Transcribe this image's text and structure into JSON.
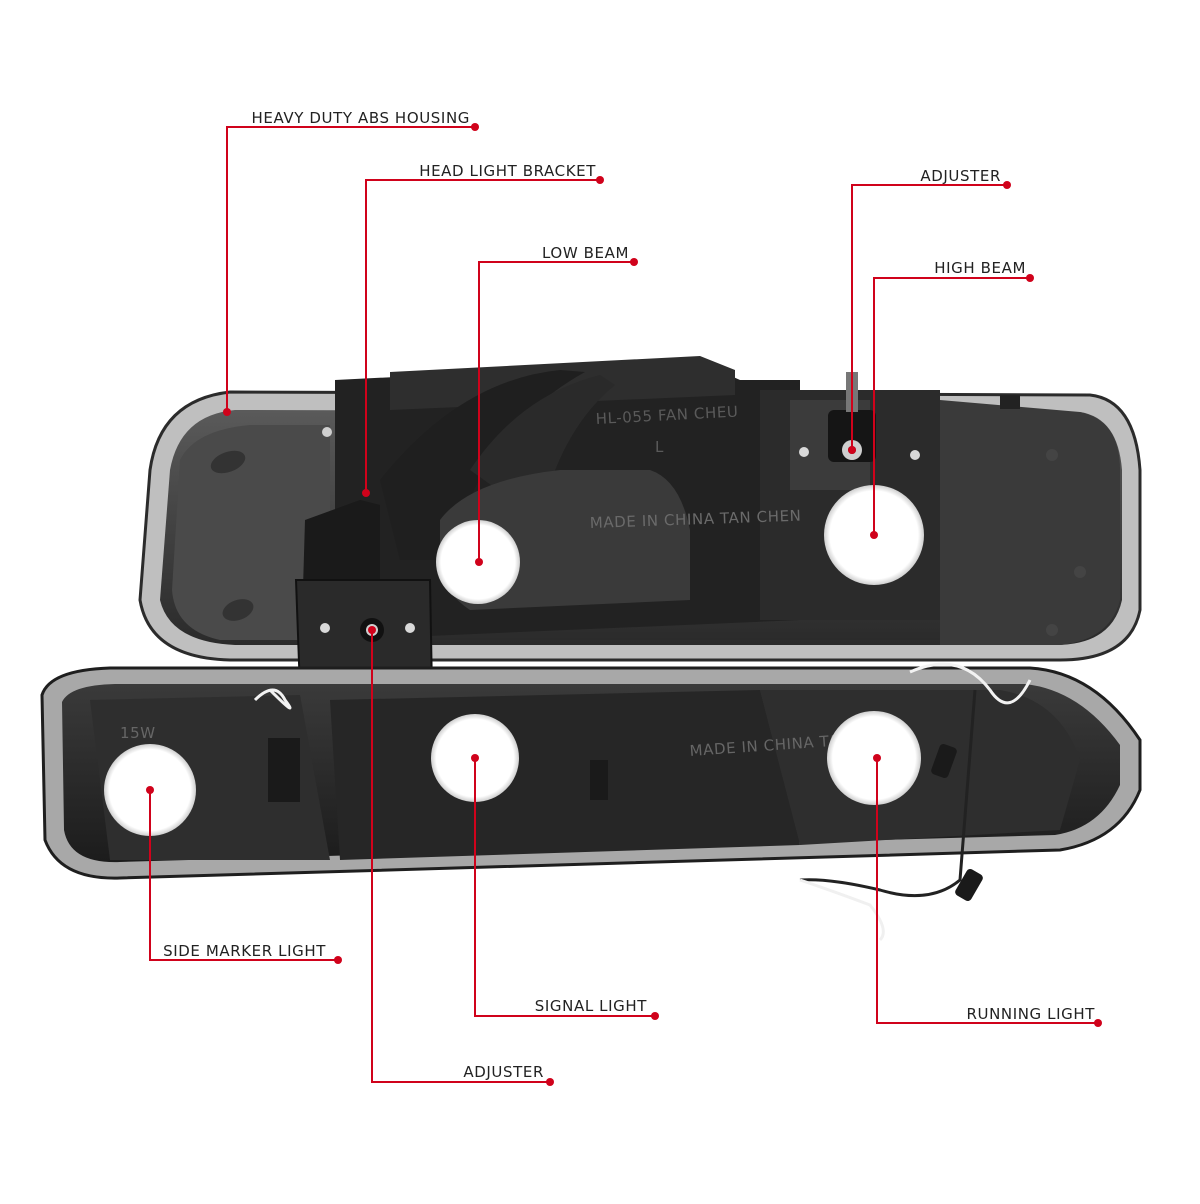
{
  "accent_color": "#d0021b",
  "callouts": {
    "heavy_duty_abs_housing": "HEAVY DUTY ABS HOUSING",
    "head_light_bracket": "HEAD LIGHT BRACKET",
    "adjuster_top": "ADJUSTER",
    "low_beam": "LOW BEAM",
    "high_beam": "HIGH BEAM",
    "side_marker_light": "SIDE MARKER LIGHT",
    "signal_light": "SIGNAL LIGHT",
    "running_light": "RUNNING LIGHT",
    "adjuster_bottom": "ADJUSTER"
  },
  "molded_text": {
    "housing_code": "HL-055 FAN CHEU",
    "housing_side": "L",
    "made_in": "MADE IN CHINA TAN CHEN",
    "bulb_rating": "15W"
  }
}
